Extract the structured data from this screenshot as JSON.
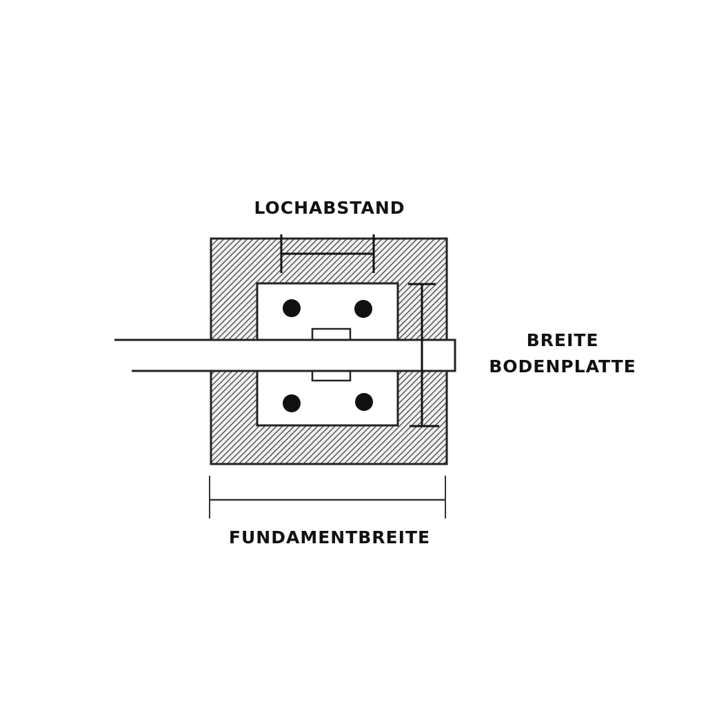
{
  "labels": {
    "hole_spacing": "LOCHABSTAND",
    "base_plate_width_line1": "BREITE",
    "base_plate_width_line2": "BODENPLATTE",
    "foundation_width": "FUNDAMENTBREITE"
  },
  "colors": {
    "line": "#222222",
    "hatch": "#555555",
    "background": "#ffffff"
  }
}
